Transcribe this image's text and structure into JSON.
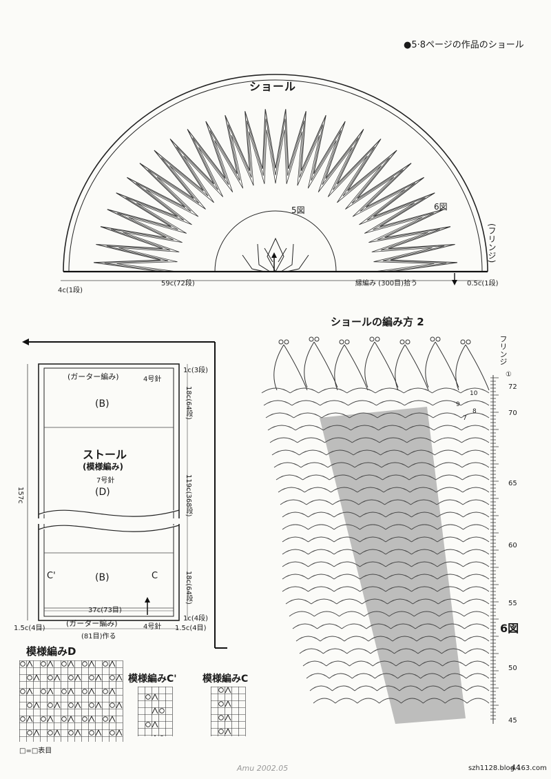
{
  "header": {
    "caption": "●5·8ページの作品のショール"
  },
  "shawl": {
    "title": "ショール",
    "fig5_label": "5図",
    "fig6_label": "6図",
    "fringe_label": "(フリンジ)",
    "dim_left": "4c(1段)",
    "dim_main": "59c(72段)",
    "dim_edge": "縁編み (300目)拾う",
    "dim_right": "0.5c(1段)"
  },
  "chart": {
    "title": "ショールの編み方 2",
    "fringe_label": "フリンジ",
    "fig_label": "6図",
    "row_markers": [
      "①",
      "72",
      "70",
      "65",
      "60",
      "55",
      "50",
      "45"
    ],
    "small_numbers": [
      "10",
      "9",
      "8",
      "7"
    ]
  },
  "stole": {
    "title": "ストール",
    "subtitle": "(模様編み)",
    "needle": "7号針",
    "section_b_top": "(B)",
    "section_d": "(D)",
    "section_b_bottom": "(B)",
    "garter_top": "(ガーター編み)",
    "garter_top_needle": "4号針",
    "garter_bottom": "(ガーター編み)",
    "garter_bottom_needle": "4号針",
    "c_prime": "C'",
    "c": "C",
    "width_inner": "37c(73目)",
    "width_cast": "(81目)作る",
    "height_total": "157c",
    "dim_top": "1c(3段)",
    "dim_b_top": "18c(64段)",
    "dim_d": "119c(368段)",
    "dim_b_bottom": "18c(64段)",
    "dim_bottom": "1c(4段)",
    "margin_left": "1.5c(4目)",
    "margin_right": "1.5c(4目)"
  },
  "patterns": {
    "d_title": "模様編みD",
    "c_prime_title": "模様編みC'",
    "c_title": "模様編みC",
    "legend": "□=□表目"
  },
  "footer": {
    "watermark": "Amu 2002.05",
    "blog": "szh1128.blog.163.com",
    "page_number": "44"
  }
}
